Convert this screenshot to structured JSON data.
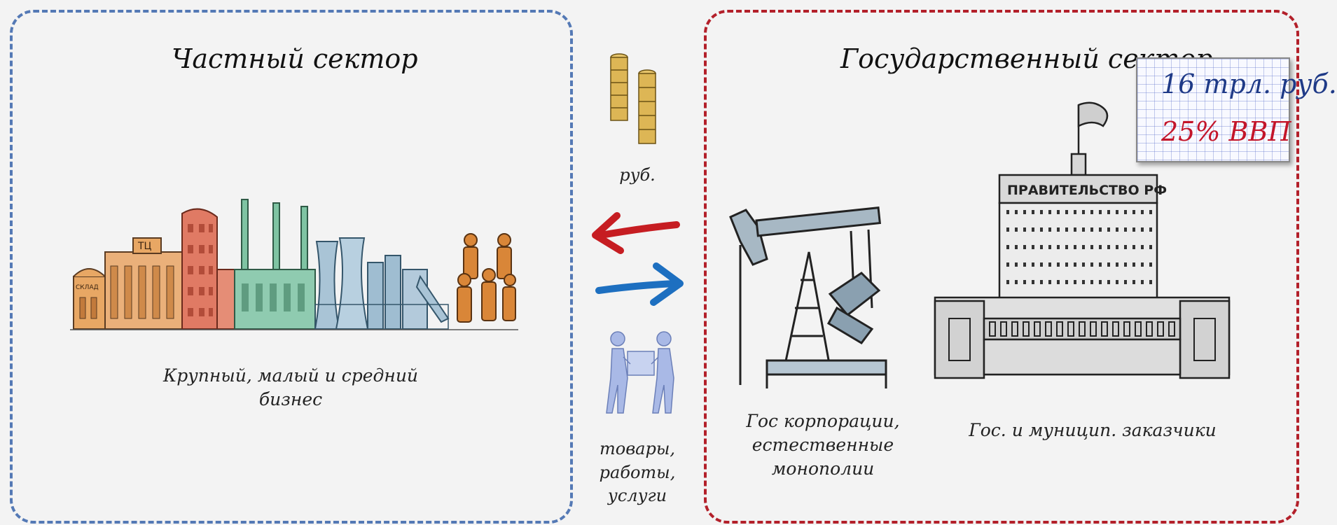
{
  "private_sector": {
    "title": "Частный сектор",
    "caption": "Крупный, малый и средний бизнес",
    "warehouse_sign": "СКЛАД",
    "factory_sign": "ТЦ"
  },
  "flows": {
    "money_label": "руб.",
    "goods_label_line1": "товары,",
    "goods_label_line2": "работы, услуги",
    "money_arrow_color": "#c61d22",
    "goods_arrow_color": "#1d6fc0"
  },
  "state_sector": {
    "title": "Государственный сектор",
    "budget_amount": "16 трл. руб.",
    "budget_share": "25% ВВП",
    "building_sign": "ПРАВИТЕЛЬСТВО РФ",
    "corporations_caption_line1": "Гос корпорации,",
    "corporations_caption_line2": "естественные монополии",
    "customers_caption": "Гос. и муницип. заказчики"
  },
  "colors": {
    "private_border": "#5479b5",
    "state_border": "#b3202a"
  }
}
